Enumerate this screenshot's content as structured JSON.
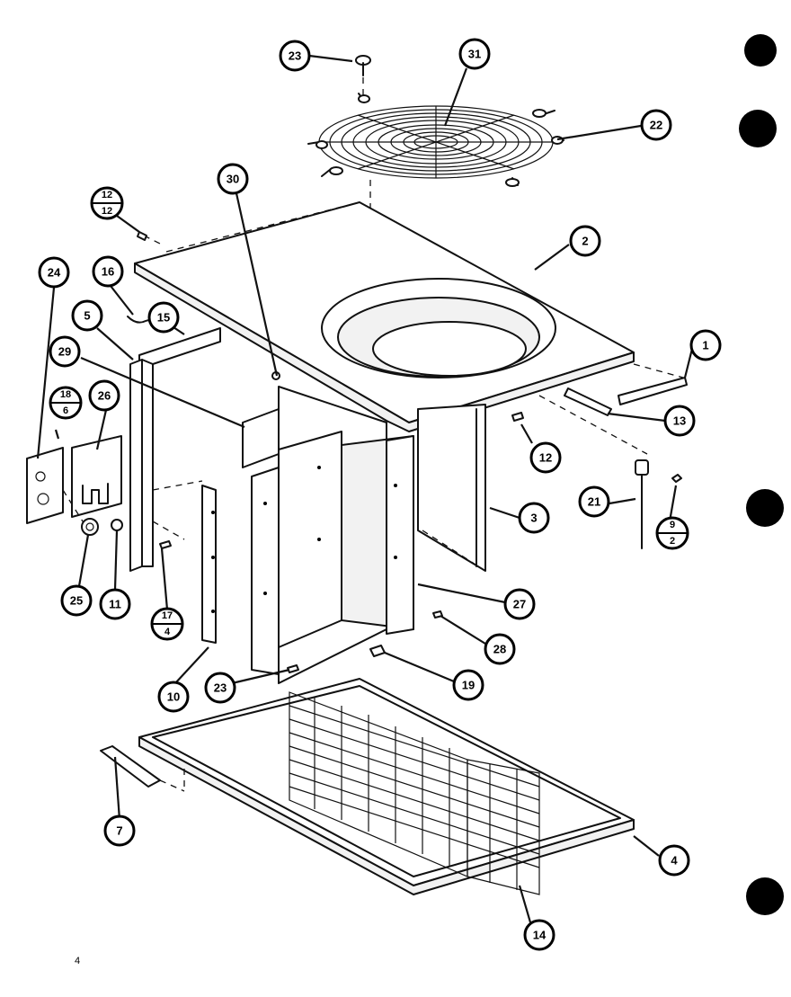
{
  "page_number": "4",
  "callouts": [
    {
      "label": "23"
    },
    {
      "label": "31"
    },
    {
      "label": "22"
    },
    {
      "label": "30"
    },
    {
      "label": "2"
    },
    {
      "label": "16"
    },
    {
      "label": "24"
    },
    {
      "label": "5"
    },
    {
      "label": "15"
    },
    {
      "label": "29"
    },
    {
      "label": "26"
    },
    {
      "label": "1"
    },
    {
      "label": "13"
    },
    {
      "label": "12"
    },
    {
      "label": "21"
    },
    {
      "label": "3"
    },
    {
      "label": "27"
    },
    {
      "label": "25"
    },
    {
      "label": "11"
    },
    {
      "label": "28"
    },
    {
      "label": "19"
    },
    {
      "label": "10"
    },
    {
      "label": "23"
    },
    {
      "label": "7"
    },
    {
      "label": "4"
    },
    {
      "label": "14"
    }
  ],
  "fraction_callouts": [
    {
      "top": "12",
      "bottom": "12"
    },
    {
      "top": "18",
      "bottom": "6"
    },
    {
      "top": "17",
      "bottom": "4"
    },
    {
      "top": "9",
      "bottom": "2"
    }
  ]
}
